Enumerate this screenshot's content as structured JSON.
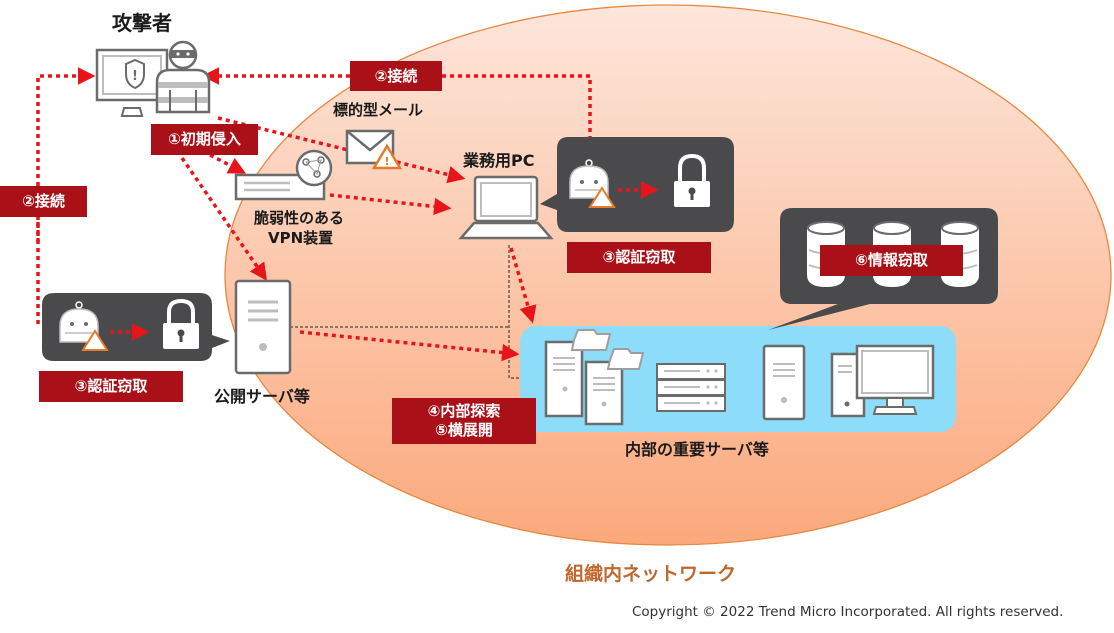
{
  "diagram": {
    "type": "attack-flow",
    "colors": {
      "accent_red": "#aa1017",
      "arrow_red": "#e8141a",
      "network_top": "#fde4d8",
      "network_bottom": "#fbaa7f",
      "network_border": "#e8883f",
      "bubble_dark": "#4a4a4c",
      "internal_zone": "#8cdcfa",
      "network_label": "#c0672e"
    },
    "actors": {
      "attacker": {
        "label": "攻撃者",
        "icon": "hacker-with-monitor-icon"
      }
    },
    "nodes": {
      "phishing_mail": {
        "label": "標的型メール",
        "icon": "envelope-warning-icon"
      },
      "vpn_device": {
        "label_line1": "脆弱性のある",
        "label_line2": "VPN装置",
        "icon": "vpn-appliance-icon"
      },
      "work_pc": {
        "label": "業務用PC",
        "icon": "laptop-icon"
      },
      "public_server": {
        "label": "公開サーバ等",
        "icon": "server-tower-icon"
      },
      "internal_servers": {
        "label": "内部の重要サーバ等",
        "icons": [
          "file-server-icon",
          "rack-server-icon",
          "server-tower-icon",
          "desktop-pc-icon"
        ]
      }
    },
    "steps": {
      "initial_intrusion": "①初期侵入",
      "connect_top": "②接続",
      "connect_left": "②接続",
      "cred_theft_pc": "③認証窃取",
      "cred_theft_server": "③認証窃取",
      "recon_line1": "④内部探索",
      "recon_line2": "⑤横展開",
      "info_theft": "⑥情報窃取"
    },
    "network_label": "組織内ネットワーク",
    "copyright": "Copyright © 2022 Trend Micro Incorporated. All rights reserved."
  }
}
